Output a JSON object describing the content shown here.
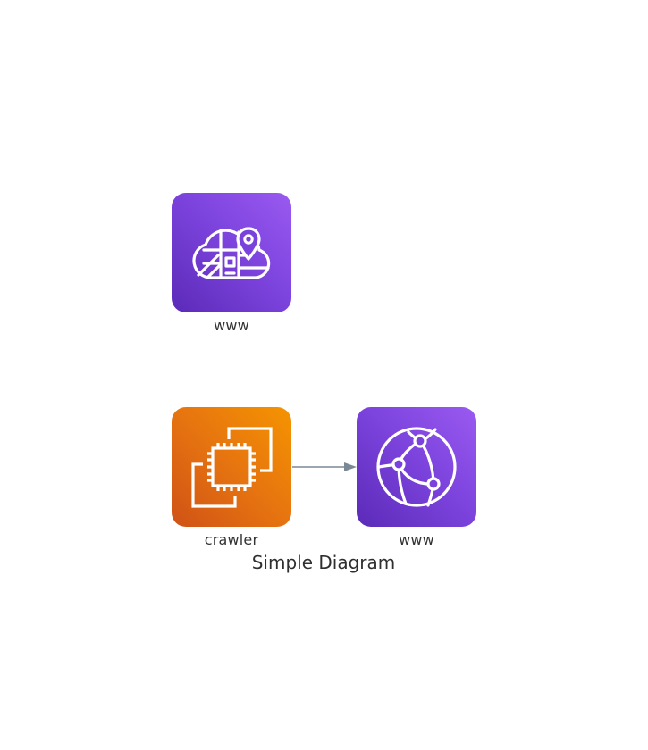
{
  "diagram": {
    "title": "Simple Diagram",
    "nodes": [
      {
        "id": "location",
        "label": "www",
        "icon": "location-service-icon",
        "color": "#8c4fff"
      },
      {
        "id": "crawler",
        "label": "crawler",
        "icon": "ec2-instances-icon",
        "color": "#ed7100"
      },
      {
        "id": "cdn",
        "label": "www",
        "icon": "cloudfront-icon",
        "color": "#8c4fff"
      }
    ],
    "edges": [
      {
        "from": "crawler",
        "to": "cdn",
        "color": "#7b8896"
      }
    ]
  }
}
